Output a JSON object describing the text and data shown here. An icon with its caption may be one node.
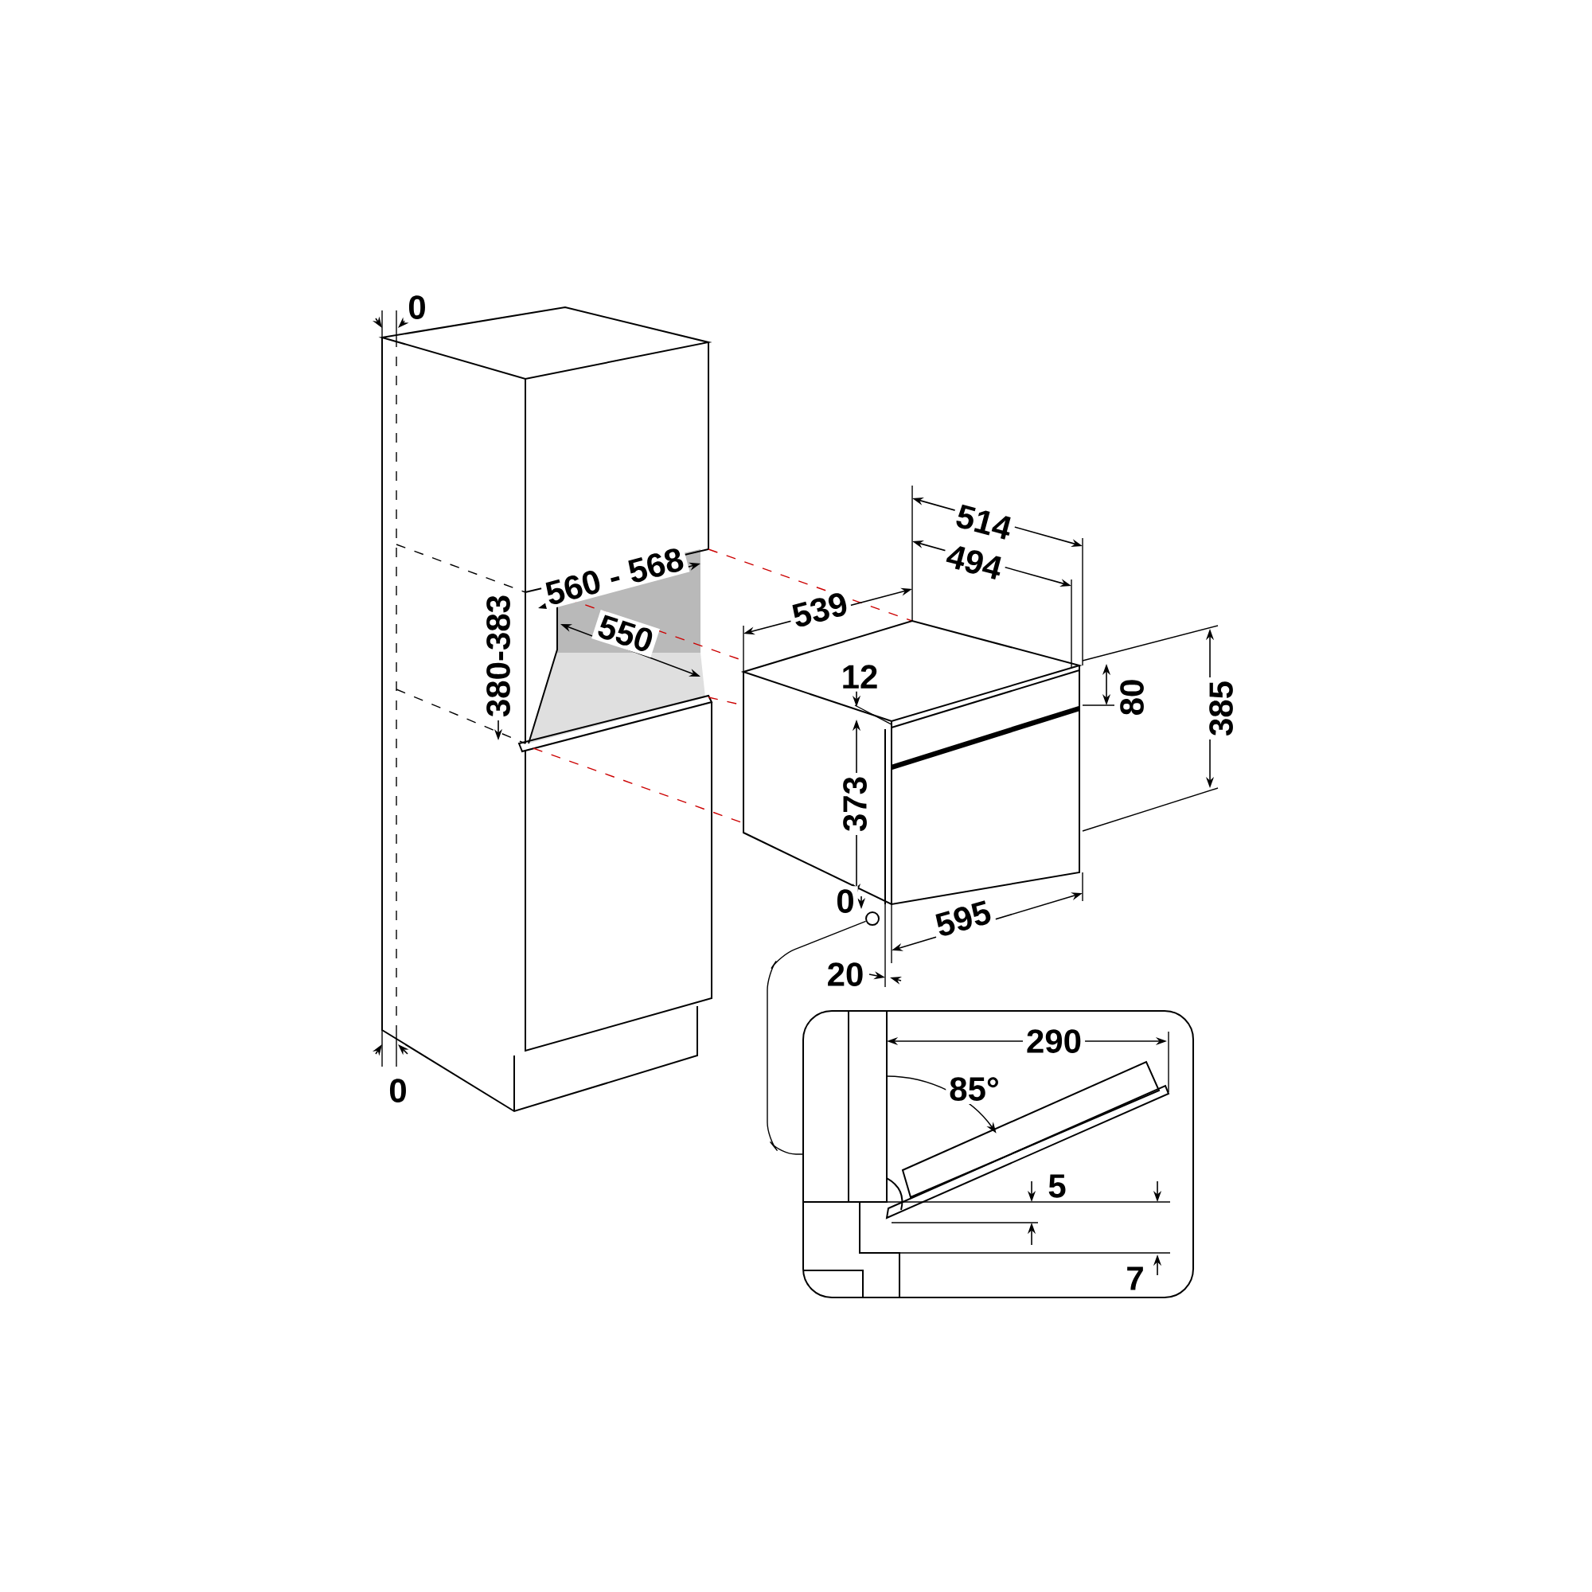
{
  "diagram": {
    "nodes": [
      {
        "text": [],
        "shape": "circle"
      },
      {
        "text": [],
        "shape": "box"
      }
    ],
    "edges": [
      {
        "from": 0,
        "to": 1,
        "arrow": "none"
      }
    ],
    "labels": [
      "0",
      "560 - 568",
      "380-383",
      "550",
      "0",
      "514",
      "494",
      "539",
      "12",
      "80",
      "385",
      "373",
      "0",
      "595",
      "20",
      "290",
      "85°",
      "5",
      "7"
    ]
  }
}
